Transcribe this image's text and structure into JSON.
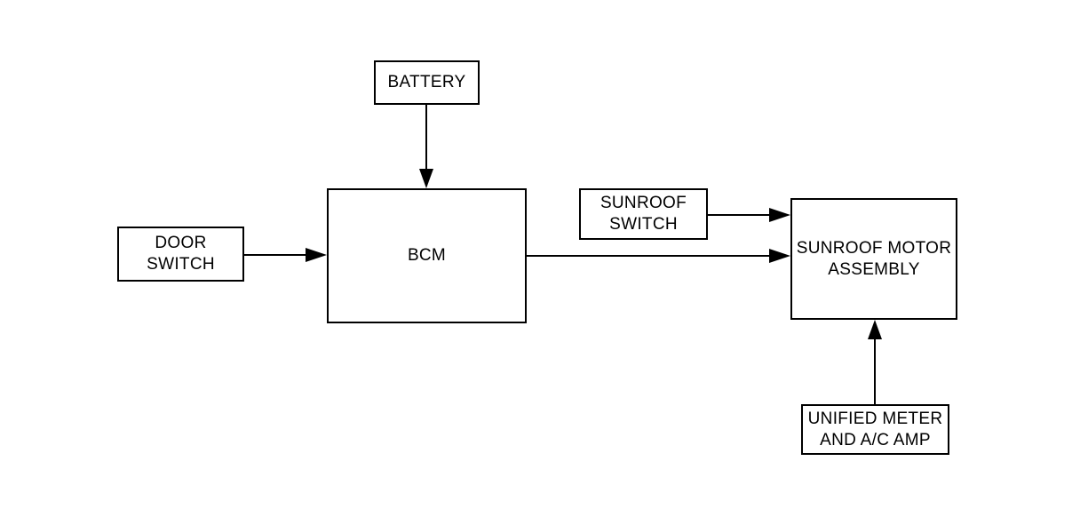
{
  "diagram": {
    "colors": {
      "line": "#000000",
      "background": "#ffffff",
      "text": "#000000"
    },
    "boxes": {
      "battery": {
        "lines": [
          "BATTERY"
        ]
      },
      "door_switch": {
        "lines": [
          "DOOR",
          "SWITCH"
        ]
      },
      "bcm": {
        "lines": [
          "BCM"
        ]
      },
      "sunroof_switch": {
        "lines": [
          "SUNROOF",
          "SWITCH"
        ]
      },
      "sunroof_motor_assembly": {
        "lines": [
          "SUNROOF MOTOR",
          "ASSEMBLY"
        ]
      },
      "unified_meter_and_ac_amp": {
        "lines": [
          "UNIFIED METER",
          "AND A/C AMP"
        ]
      }
    },
    "connections": [
      {
        "from": "BATTERY",
        "to": "BCM",
        "direction": "down"
      },
      {
        "from": "DOOR SWITCH",
        "to": "BCM",
        "direction": "right"
      },
      {
        "from": "BCM",
        "to": "SUNROOF MOTOR ASSEMBLY",
        "direction": "right"
      },
      {
        "from": "SUNROOF SWITCH",
        "to": "SUNROOF MOTOR ASSEMBLY",
        "direction": "right"
      },
      {
        "from": "UNIFIED METER AND A/C AMP",
        "to": "SUNROOF MOTOR ASSEMBLY",
        "direction": "up"
      }
    ]
  }
}
